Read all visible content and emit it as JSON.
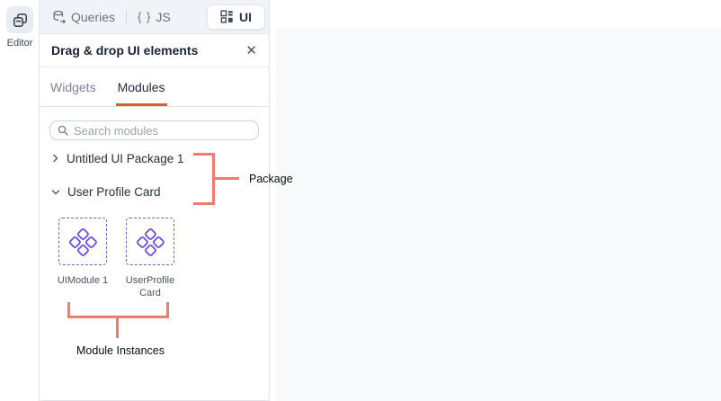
{
  "rail": {
    "editor_label": "Editor"
  },
  "topbar": {
    "queries_label": "Queries",
    "js_icon": "{ }",
    "js_label": "JS",
    "ui_label": "UI"
  },
  "panel": {
    "title": "Drag & drop UI elements",
    "close_icon": "✕",
    "tabs": {
      "widgets": "Widgets",
      "modules": "Modules",
      "active": "Modules"
    },
    "search": {
      "placeholder": "Search modules",
      "value": ""
    },
    "tree": [
      {
        "label": "Untitled UI Package 1",
        "state": "collapsed"
      },
      {
        "label": "User Profile Card",
        "state": "expanded"
      }
    ],
    "modules": [
      {
        "name": "UIModule 1"
      },
      {
        "name": "UserProfileCard"
      }
    ]
  },
  "annotations": {
    "package_label": "Package",
    "module_instances_label": "Module Instances",
    "line_color": "#ef7c6f"
  },
  "colors": {
    "accent_orange": "#dd5a2b",
    "module_purple": "#6a4af0",
    "card_dash_border": "#6e68c4",
    "canvas_bg": "#f8f9fb",
    "topbar_bg": "#f0f3f7"
  }
}
